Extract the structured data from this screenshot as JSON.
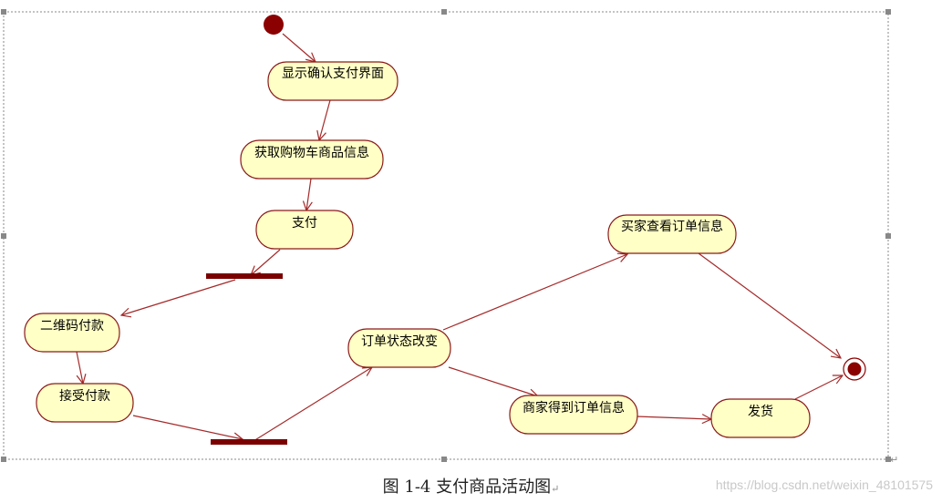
{
  "diagram": {
    "activities": [
      {
        "id": "a1",
        "label": "显示确认支付界面"
      },
      {
        "id": "a2",
        "label": "获取购物车商品信息"
      },
      {
        "id": "a3",
        "label": "支付"
      },
      {
        "id": "a4",
        "label": "二维码付款"
      },
      {
        "id": "a5",
        "label": "接受付款"
      },
      {
        "id": "a6",
        "label": "订单状态改变"
      },
      {
        "id": "a7",
        "label": "买家查看订单信息"
      },
      {
        "id": "a8",
        "label": "商家得到订单信息"
      },
      {
        "id": "a9",
        "label": "发货"
      }
    ],
    "colors": {
      "node_fill": "#ffffc6",
      "node_stroke": "#8b1a1a",
      "edge": "#a52a2a",
      "bar": "#7a0000",
      "start": "#8b0000",
      "frame": "#8a8a8a"
    }
  },
  "caption": "图 1-4 支付商品活动图",
  "watermark": "https://blog.csdn.net/weixin_48101575"
}
